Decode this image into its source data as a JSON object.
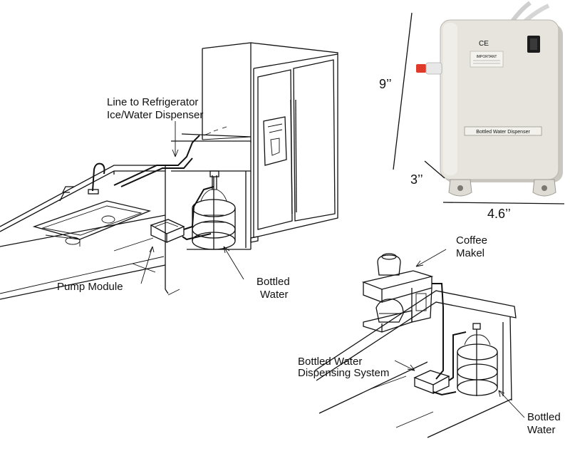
{
  "callouts": {
    "line_to_refrigerator_1": "Line to Refrigerator",
    "line_to_refrigerator_2": "Ice/Water Dispenser",
    "pump_module": "Pump Module",
    "bottled_water_main_1": "Bottled",
    "bottled_water_main_2": "Water",
    "coffee_1": "Coffee",
    "coffee_2": "Makel",
    "dispensing_system_1": "Bottled Water",
    "dispensing_system_2": "Dispensing System",
    "bottled_water_small_1": "Bottled",
    "bottled_water_small_2": "Water"
  },
  "dimensions": {
    "height": "9’’",
    "depth": "3’’",
    "width": "4.6’’"
  },
  "product": {
    "name_label": "Bottled Water Dispenser",
    "notice_label": "IMPORTANT",
    "ce_mark": "CE",
    "body_color": "#e6e4dc",
    "fitting_color": "#e03a2a"
  }
}
